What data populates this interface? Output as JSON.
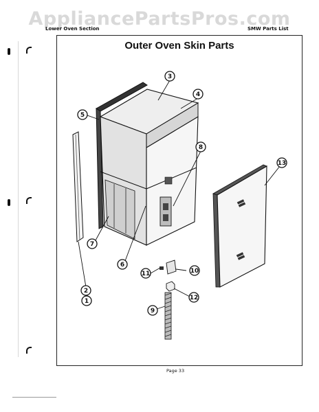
{
  "watermark": "AppliancePartsPros.com",
  "header": {
    "section": "Lower Oven Section",
    "parts_list": "SMW Parts List"
  },
  "title": "Outer Oven Skin Parts",
  "callouts": [
    "1",
    "2",
    "3",
    "4",
    "5",
    "6",
    "7",
    "8",
    "9",
    "10",
    "11",
    "12",
    "13"
  ],
  "footer": {
    "page": "Page 33"
  }
}
